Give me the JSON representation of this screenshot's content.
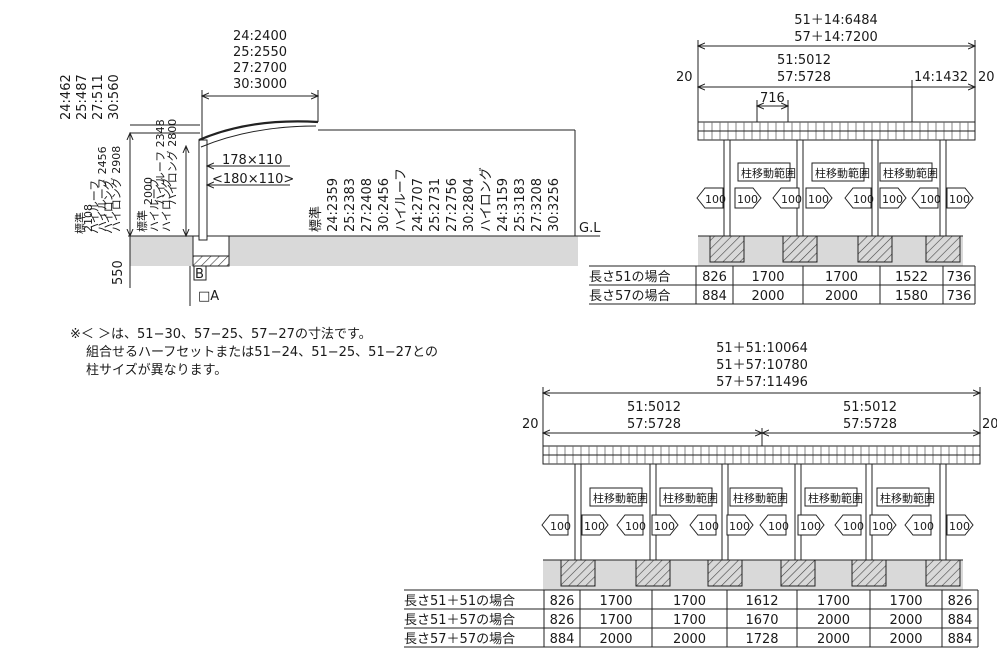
{
  "side_view": {
    "width_labels": [
      "24:2400",
      "25:2550",
      "27:2700",
      "30:3000"
    ],
    "top_heights": [
      "24:462",
      "25:487",
      "27:511",
      "30:560"
    ],
    "left_heights": [
      "2108",
      "ハイルーフ 2456",
      "ハイロング 2908"
    ],
    "left_variants": [
      "標準",
      "ハイルーフ",
      "ハイロング"
    ],
    "inner_heights": [
      "2000",
      "ハイルーフ 2348",
      "ハイロング 2800"
    ],
    "inner_variants": [
      "標準",
      "ハイルーフ",
      "ハイロング"
    ],
    "post_size": "178×110",
    "post_size_alt": "<180×110>",
    "right_heights": [
      "標準",
      "24:2359",
      "25:2383",
      "27:2408",
      "30:2456",
      "ハイルーフ",
      "24:2707",
      "25:2731",
      "27:2756",
      "30:2804",
      "ハイロング",
      "24:3159",
      "25:3183",
      "27:3208",
      "30:3256"
    ],
    "ground_label": "G.L",
    "footing_depth": "550",
    "label_b": "B",
    "label_a": "□A"
  },
  "note": {
    "lines": [
      "※＜ ＞は、51−30、57−25、57−27の寸法です。",
      "組合せるハーフセットまたは51−24、51−25、51−27との",
      "柱サイズが異なります。"
    ]
  },
  "front_view_1": {
    "total": [
      "51＋14:6484",
      "57＋14:7200"
    ],
    "main": [
      "51:5012",
      "57:5728"
    ],
    "right_part": "14:1432",
    "edge_left": "20",
    "edge_right": "20",
    "gap": "716",
    "range_label": "柱移動範囲",
    "arrow_value": "100",
    "rows": [
      {
        "label": "長さ51の場合",
        "cells": [
          "826",
          "1700",
          "1700",
          "1522",
          "736"
        ]
      },
      {
        "label": "長さ57の場合",
        "cells": [
          "884",
          "2000",
          "2000",
          "1580",
          "736"
        ]
      }
    ]
  },
  "front_view_2": {
    "total": [
      "51＋51:10064",
      "51＋57:10780",
      "57＋57:11496"
    ],
    "left_main": [
      "51:5012",
      "57:5728"
    ],
    "right_main": [
      "51:5012",
      "57:5728"
    ],
    "edge_left": "20",
    "edge_right": "20",
    "range_label": "柱移動範囲",
    "arrow_value": "100",
    "rows": [
      {
        "label": "長さ51＋51の場合",
        "cells": [
          "826",
          "1700",
          "1700",
          "1612",
          "1700",
          "1700",
          "826"
        ]
      },
      {
        "label": "長さ51＋57の場合",
        "cells": [
          "826",
          "1700",
          "1700",
          "1670",
          "2000",
          "2000",
          "884"
        ]
      },
      {
        "label": "長さ57＋57の場合",
        "cells": [
          "884",
          "2000",
          "2000",
          "1728",
          "2000",
          "2000",
          "884"
        ]
      }
    ]
  }
}
